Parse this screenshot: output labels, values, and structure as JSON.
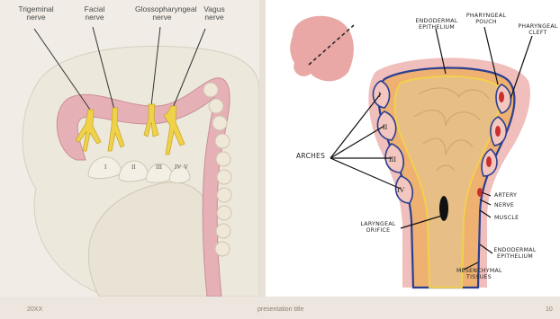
{
  "left_panel": {
    "labels": {
      "trigeminal": "Trigeminal nerve",
      "facial": "Facial nerve",
      "glossopharyngeal": "Glossopharyngeal nerve",
      "vagus": "Vagus nerve"
    },
    "arch_numerals": [
      "I",
      "II",
      "III",
      "IV",
      "V"
    ]
  },
  "right_panel": {
    "labels": {
      "endodermal_top": "ENDODERMAL EPITHELIUM",
      "pharyngeal_pouch": "PHARYNGEAL POUCH",
      "pharyngeal_cleft": "PHARYNGEAL CLEFT",
      "arches": "ARCHES",
      "artery": "ARTERY",
      "nerve": "NERVE",
      "muscle": "MUSCLE",
      "laryngeal_orifice": "LARYNGEAL ORIFICE",
      "endodermal_bottom": "ENDODERMAL EPITHELIUM",
      "mesenchymal": "MESENCHYMAL TISSUES"
    },
    "arch_numerals": [
      "I",
      "II",
      "III",
      "IV"
    ]
  },
  "footer": {
    "left": "20XX",
    "center": "presentation title",
    "right": "10"
  },
  "colors": {
    "tissue_pink": "#e8b3b8",
    "nerve_yellow": "#f0d24a",
    "mesoderm_orange": "#e9b872",
    "artery_red": "#c9302c",
    "outline_blue": "#2b3f8f"
  }
}
